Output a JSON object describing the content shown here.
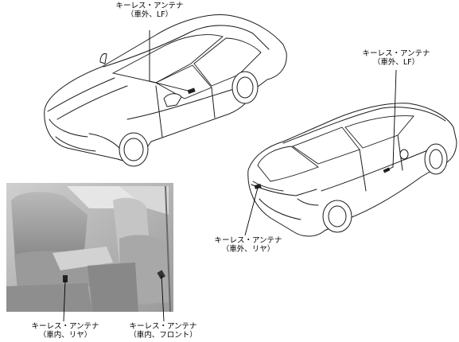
{
  "labels": {
    "front_car_antenna": {
      "line1": "キーレス・アンテナ",
      "line2": "（車外、LF）"
    },
    "rear_car_antenna_side": {
      "line1": "キーレス・アンテナ",
      "line2": "（車外、LF）"
    },
    "rear_car_antenna_rear": {
      "line1": "キーレス・アンテナ",
      "line2": "（車外、リヤ）"
    },
    "interior_antenna_rear": {
      "line1": "キーレス・アンテナ",
      "line2": "（車内、リヤ）"
    },
    "interior_antenna_front": {
      "line1": "キーレス・アンテナ",
      "line2": "（車内、フロント）"
    }
  }
}
